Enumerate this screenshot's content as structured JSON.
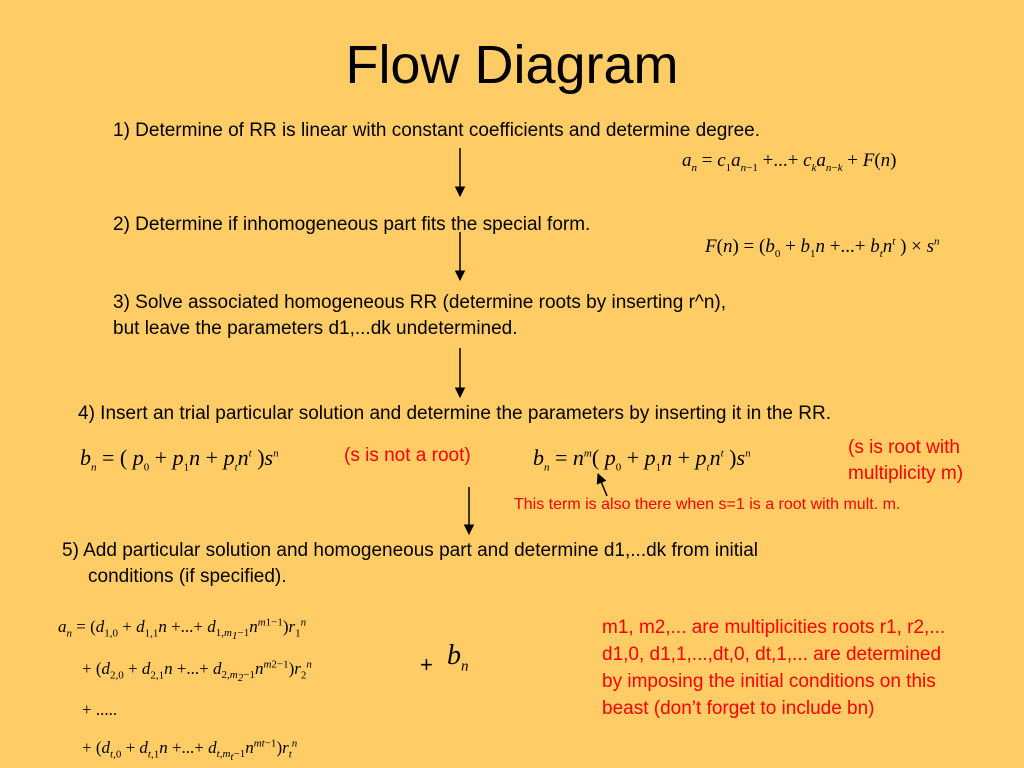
{
  "slide": {
    "title": "Flow Diagram",
    "step1": "1) Determine of RR is linear with constant coefficients and determine degree.",
    "step2": "2) Determine if inhomogeneous part fits the special form.",
    "step3_line1": "3) Solve associated homogeneous RR (determine roots by inserting r^n),",
    "step3_line2": "but leave the parameters d1,...dk undetermined.",
    "step4": "4) Insert an trial particular solution and determine the parameters by inserting it in the RR.",
    "note_not_root": "(s is not a root)",
    "note_root_line1": "(s is root with",
    "note_root_line2": "multiplicity m)",
    "note_term": "This term is also there when s=1 is a root with mult. m.",
    "step5_line1": "5) Add particular solution and homogeneous part and determine d1,...dk from initial",
    "step5_line2": "conditions (if specified).",
    "plus_sign": "+",
    "notes": [
      "m1, m2,... are multiplicities roots r1, r2,...",
      "d1,0, d1,1,...,dt,0, dt,1,... are determined",
      "by imposing the initial conditions on this",
      "beast (don’t forget to include bn)"
    ]
  },
  "colors": {
    "background": "#FFCC66",
    "text": "#000000",
    "accent": "#FF0000"
  }
}
